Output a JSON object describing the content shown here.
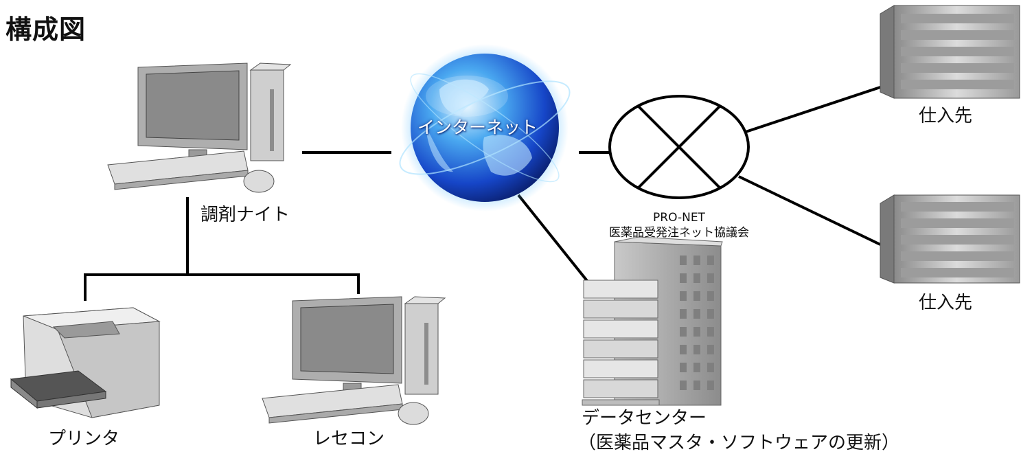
{
  "title": "構成図",
  "nodes": {
    "pharmacy_pc": "調剤ナイト",
    "internet": "インターネット",
    "network": {
      "name": "PRO-NET",
      "subtitle": "医薬品受発注ネット協議会"
    },
    "supplier_top": "仕入先",
    "supplier_bottom": "仕入先",
    "printer": "プリンタ",
    "receipt_pc": "レセコン",
    "datacenter": {
      "name": "データセンター",
      "subtitle": "（医薬品マスタ・ソフトウェアの更新）"
    }
  },
  "connections": [
    [
      "pharmacy_pc",
      "internet"
    ],
    [
      "internet",
      "network"
    ],
    [
      "network",
      "supplier_top"
    ],
    [
      "network",
      "supplier_bottom"
    ],
    [
      "internet",
      "datacenter"
    ],
    [
      "pharmacy_pc",
      "printer"
    ],
    [
      "pharmacy_pc",
      "receipt_pc"
    ]
  ],
  "colors": {
    "globe_blue": "#1a5fd6",
    "line": "#000000",
    "device_gray": "#b8b8b8"
  },
  "icons": [
    "desktop-computer-icon",
    "globe-icon",
    "crossed-circle-icon",
    "server-rack-icon",
    "printer-icon",
    "datacenter-building-icon"
  ]
}
